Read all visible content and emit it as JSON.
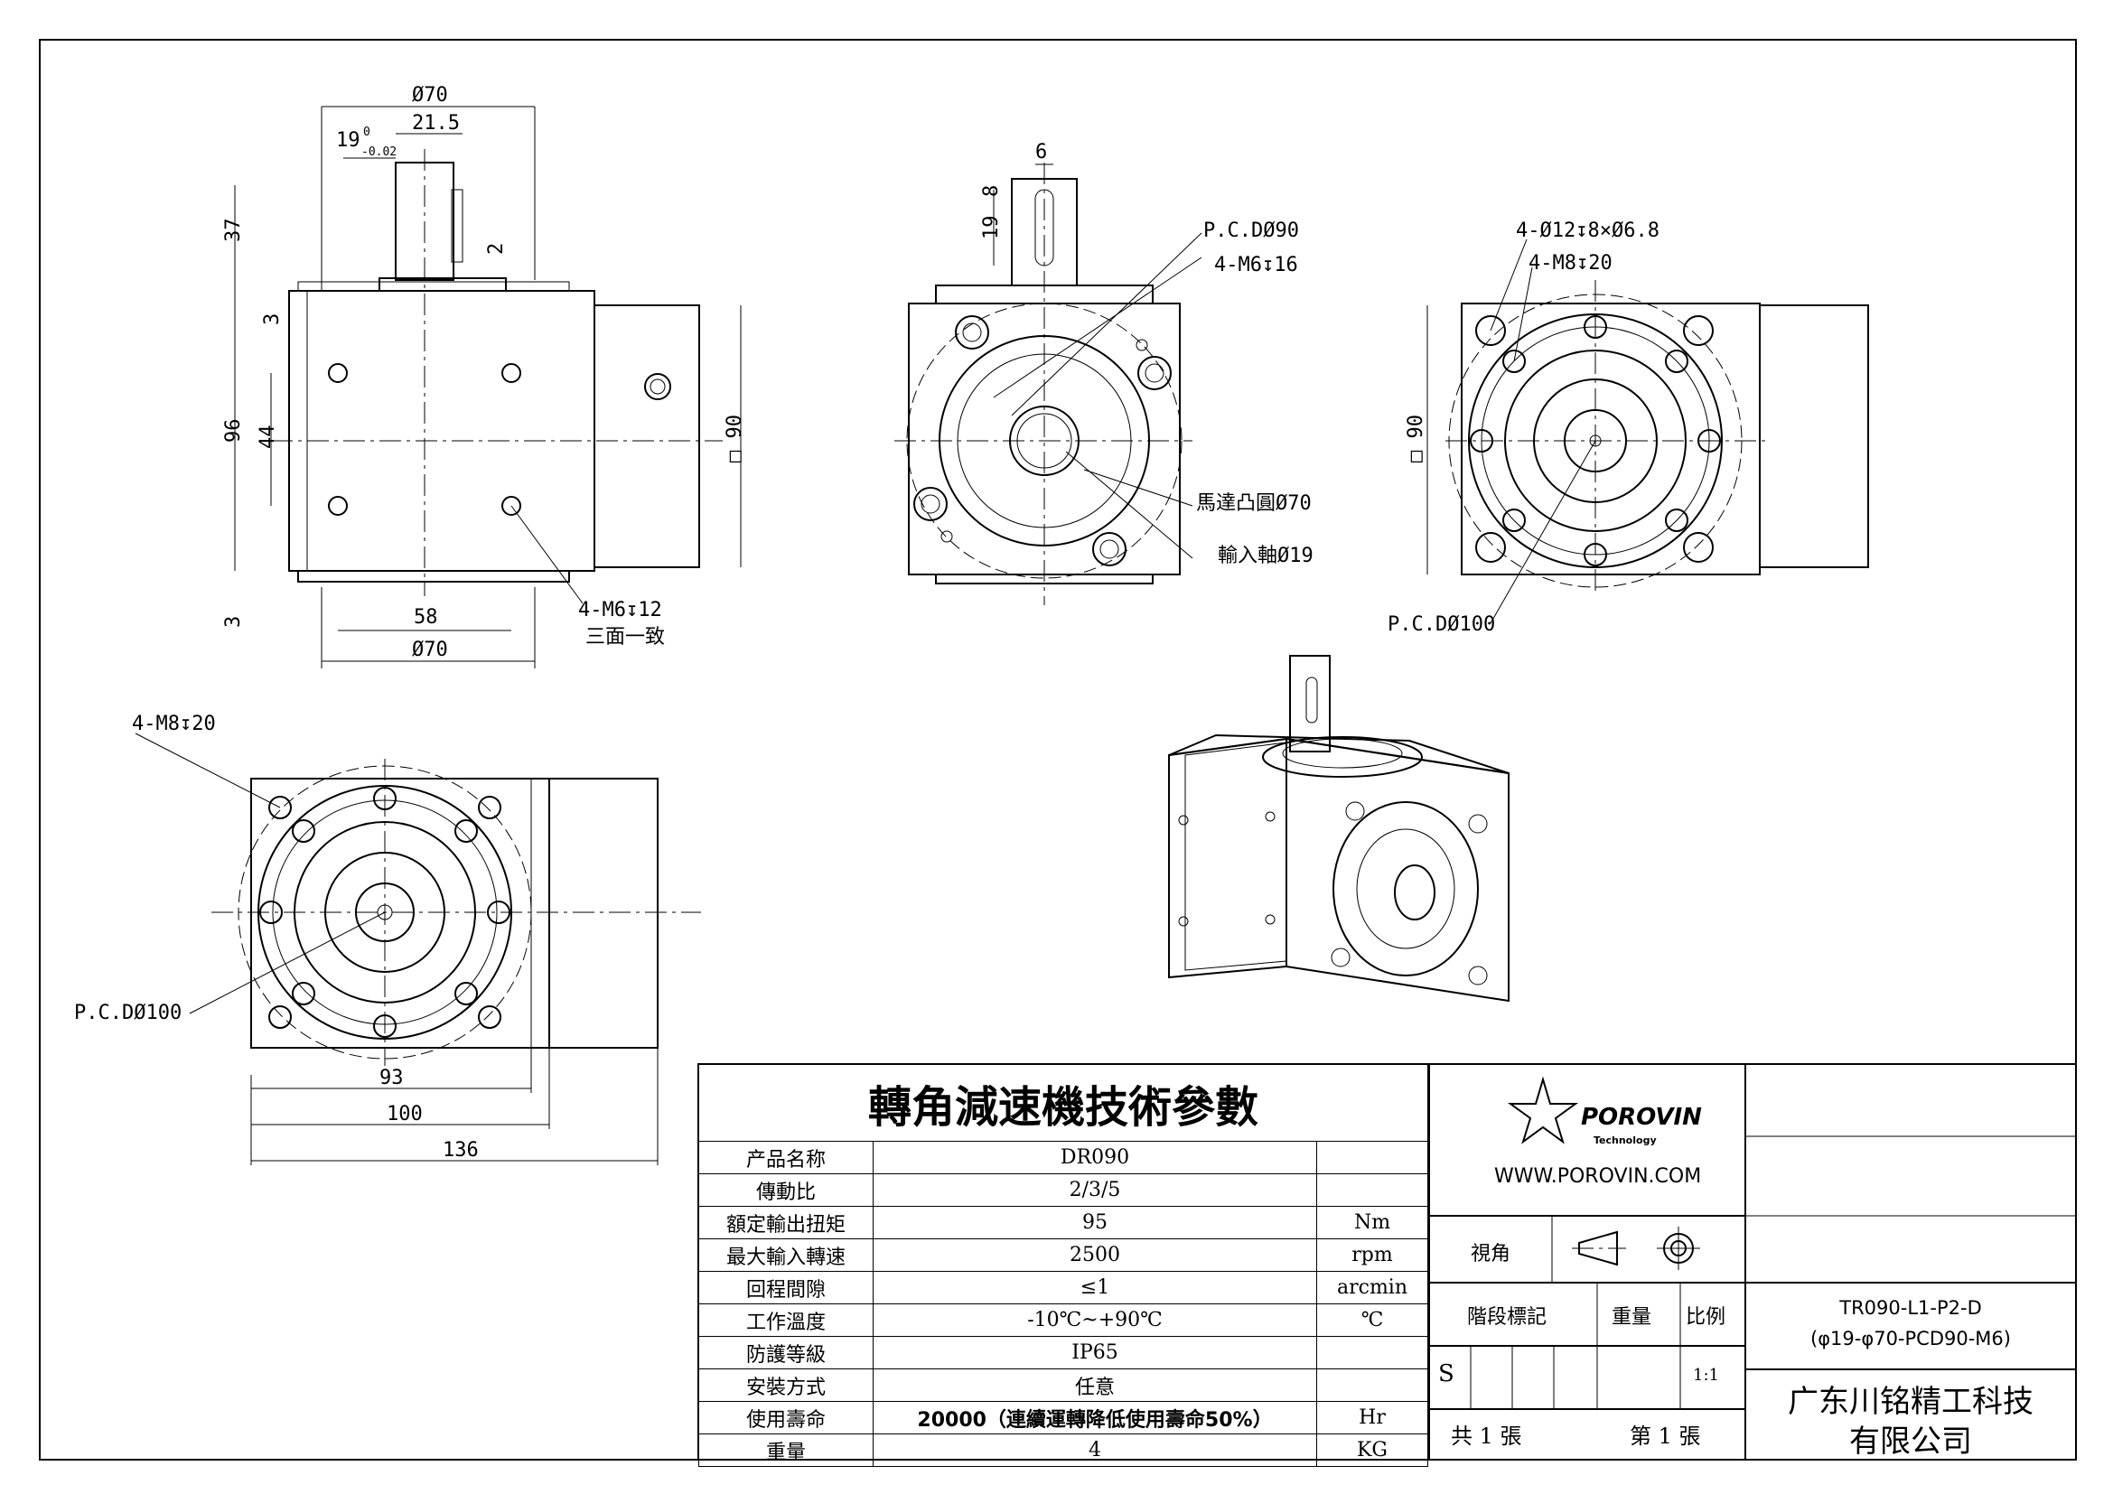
{
  "front_view": {
    "dims": {
      "d70_top": "Ø70",
      "w21_5": "21.5",
      "tol19": "19",
      "tol_upper": "0",
      "tol_lower": "-0.02",
      "h37": "37",
      "h2": "2",
      "h3_top": "3",
      "h96": "96",
      "h44": "44",
      "sq90": "□ 90",
      "h3_bot": "3",
      "w58": "58",
      "d70_bot": "Ø70"
    },
    "note_line1": "4-M6↧12",
    "note_line2": "三面一致"
  },
  "side_view": {
    "dims": {
      "w6": "6",
      "h8": "8",
      "h19": "19"
    },
    "labels": {
      "pcd": "P.C.DØ90",
      "m6": "4-M6↧16",
      "motor": "馬達凸圓Ø70",
      "input": "輸入軸Ø19"
    }
  },
  "right_view": {
    "labels": {
      "holes": "4-Ø12↧8×Ø6.8",
      "m8": "4-M8↧20",
      "sq90": "□ 90",
      "pcd": "P.C.DØ100"
    }
  },
  "bottom_view": {
    "labels": {
      "m8": "4-M8↧20",
      "pcd": "P.C.DØ100",
      "w93": "93",
      "w100": "100",
      "w136": "136"
    }
  },
  "spec_table": {
    "title": "轉角減速機技術參數",
    "rows": [
      {
        "name": "产品名称",
        "value": "DR090",
        "unit": ""
      },
      {
        "name": "傳動比",
        "value": "2/3/5",
        "unit": ""
      },
      {
        "name": "額定輸出扭矩",
        "value": "95",
        "unit": "Nm"
      },
      {
        "name": "最大輸入轉速",
        "value": "2500",
        "unit": "rpm"
      },
      {
        "name": "回程間隙",
        "value": "≤1",
        "unit": "arcmin"
      },
      {
        "name": "工作溫度",
        "value": "-10℃~+90℃",
        "unit": "℃"
      },
      {
        "name": "防護等級",
        "value": "IP65",
        "unit": ""
      },
      {
        "name": "安裝方式",
        "value": "任意",
        "unit": ""
      },
      {
        "name": "使用壽命",
        "value": "20000（連續運轉降低使用壽命50%）",
        "unit": "Hr"
      },
      {
        "name": "重量",
        "value": "4",
        "unit": "KG"
      }
    ]
  },
  "title_block": {
    "logo": "POROVIN",
    "logo_sub": "Technology",
    "website": "WWW.POROVIN.COM",
    "view_label": "視角",
    "stage_label": "階段標記",
    "weight_label": "重量",
    "scale_label": "比例",
    "stage_value": "S",
    "scale_value": "1:1",
    "total_sheets": "共 1 張",
    "sheet_no": "第 1 張",
    "part_no_line1": "TR090-L1-P2-D",
    "part_no_line2": "(φ19-φ70-PCD90-M6)",
    "company_line1": "广东川铭精工科技",
    "company_line2": "有限公司"
  }
}
